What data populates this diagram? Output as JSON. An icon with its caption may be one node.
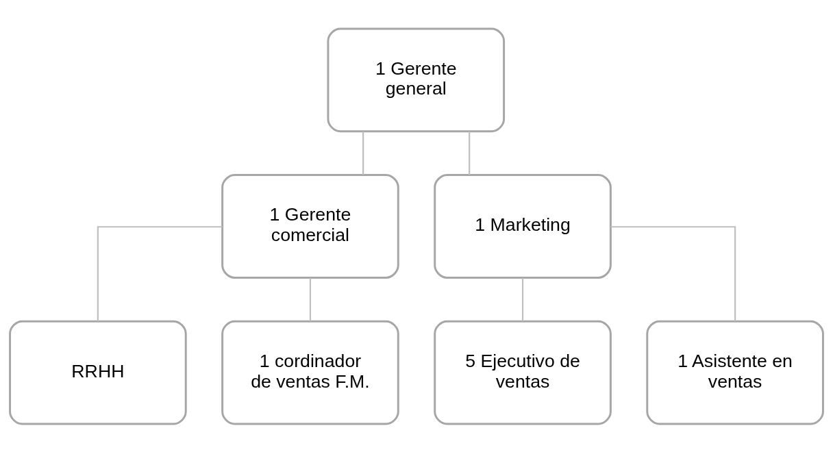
{
  "diagram": {
    "nodes": [
      {
        "text": [
          "1 Gerente general"
        ]
      },
      {
        "text": [
          "1 Gerente comercial"
        ]
      },
      {
        "text": [
          "1 Marketing"
        ]
      },
      {
        "text": [
          "RRHH"
        ]
      },
      {
        "text": [
          "1 cordinador de ventas F.M."
        ]
      },
      {
        "text": [
          "5 Ejecutivo de ventas"
        ]
      },
      {
        "text": [
          "1 Asistente en ventas"
        ]
      }
    ],
    "edges": [
      {
        "from": 0,
        "to": 1,
        "arrow": "none"
      },
      {
        "from": 0,
        "to": 2,
        "arrow": "none"
      },
      {
        "from": 1,
        "to": 3,
        "arrow": "none"
      },
      {
        "from": 1,
        "to": 4,
        "arrow": "none"
      },
      {
        "from": 2,
        "to": 5,
        "arrow": "none"
      },
      {
        "from": 2,
        "to": 6,
        "arrow": "none"
      }
    ]
  }
}
